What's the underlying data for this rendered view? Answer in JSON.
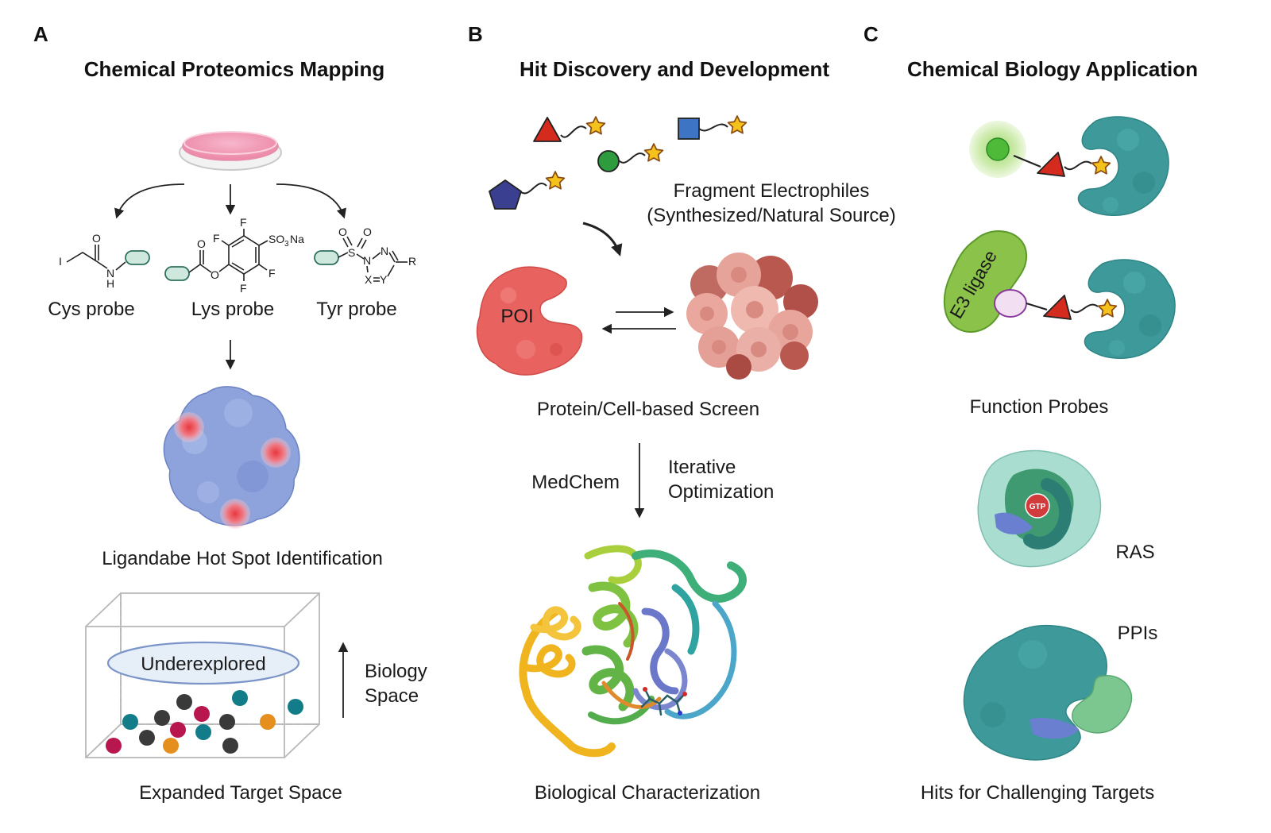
{
  "panels": {
    "a": {
      "letter": "A",
      "title": "Chemical Proteomics Mapping",
      "probes": [
        "Cys probe",
        "Lys probe",
        "Tyr probe"
      ],
      "chem": {
        "iodo": "I",
        "o": "O",
        "nh_n": "N",
        "nh_h": "H",
        "f": "F",
        "so3na": "SO",
        "so3na_sub": "3",
        "so3na_tail": "Na",
        "s": "S",
        "n": "N",
        "x": "X",
        "y": "Y",
        "r": "R"
      },
      "hotspot": "Ligandabe Hot Spot Identification",
      "box_label": "Underexplored",
      "axis_label_1": "Biology",
      "axis_label_2": "Space",
      "bottom": "Expanded Target Space"
    },
    "b": {
      "letter": "B",
      "title": "Hit Discovery and Development",
      "fragments_1": "Fragment Electrophiles",
      "fragments_2": "(Synthesized/Natural Source)",
      "poi": "POI",
      "screen": "Protein/Cell-based Screen",
      "medchem": "MedChem",
      "iter_1": "Iterative",
      "iter_2": "Optimization",
      "bottom": "Biological Characterization"
    },
    "c": {
      "letter": "C",
      "title": "Chemical Biology Application",
      "e3": "E3 ligase",
      "function": "Function Probes",
      "gtp": "GTP",
      "ras": "RAS",
      "ppis": "PPIs",
      "bottom": "Hits for Challenging Targets"
    }
  },
  "colors": {
    "teal": "#3e9a9a",
    "red": "#d42b1e",
    "star": "#f5c21b",
    "blue_protein": "#8ea3dc",
    "poi_red": "#e8635f",
    "green": "#6bb64a"
  }
}
